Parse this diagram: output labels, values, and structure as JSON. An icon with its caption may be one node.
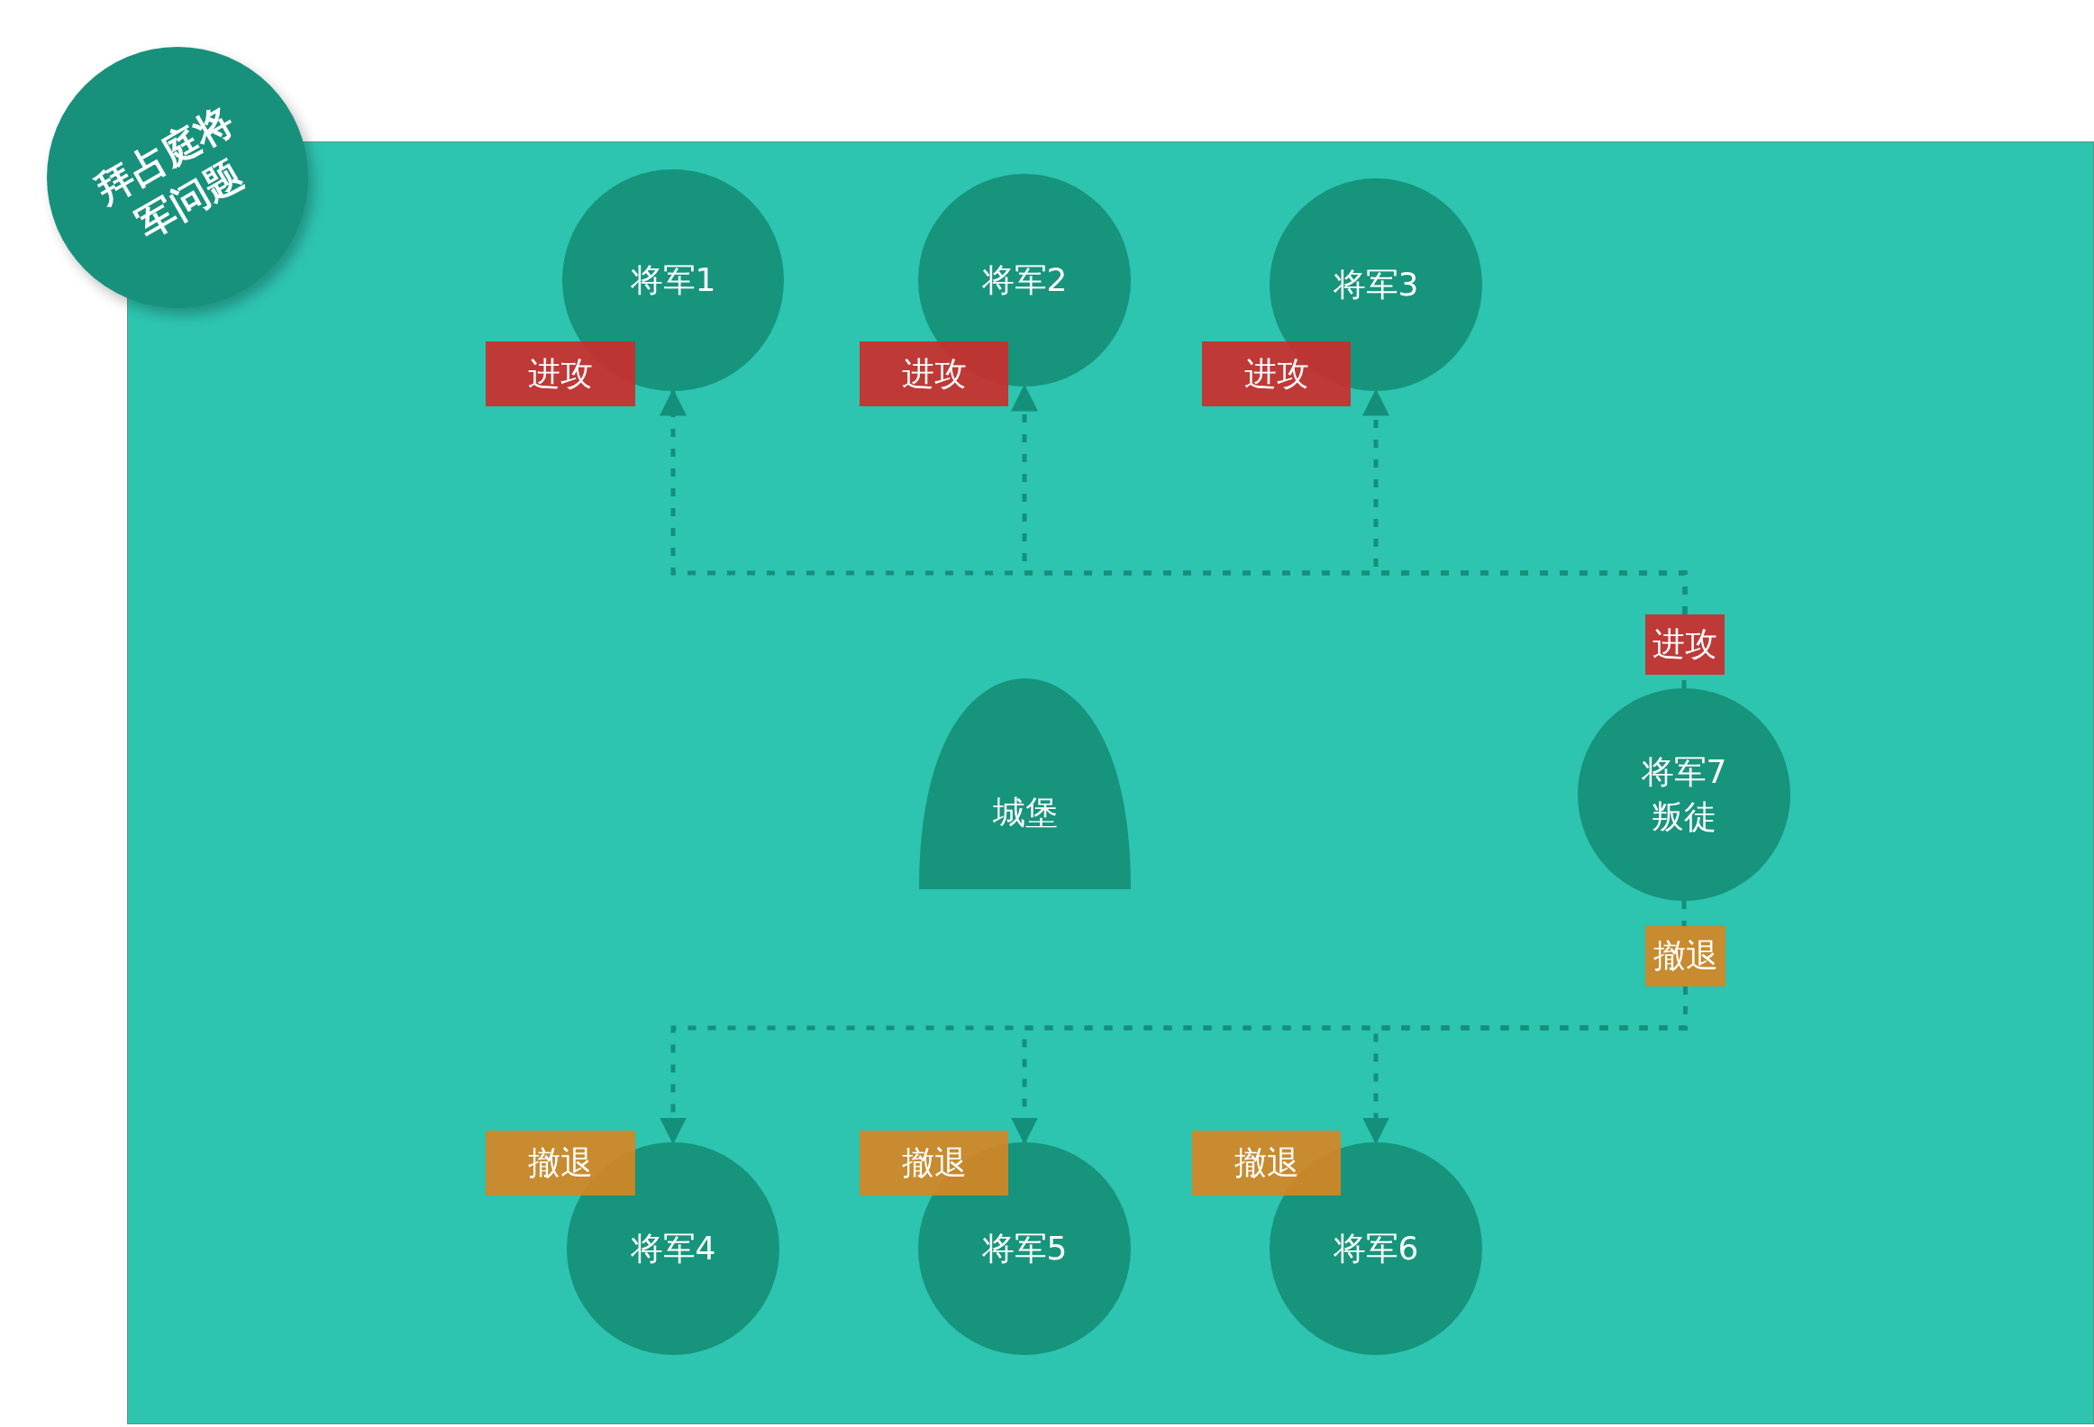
{
  "diagram": {
    "nodes": [
      {
        "text": [
          "拜占庭将军问题"
        ]
      },
      {
        "text": [
          "将军1"
        ]
      },
      {
        "text": [
          "进攻"
        ]
      },
      {
        "text": [
          "将军2"
        ]
      },
      {
        "text": [
          "进攻"
        ]
      },
      {
        "text": [
          "将军3"
        ]
      },
      {
        "text": [
          "进攻"
        ]
      },
      {
        "text": [
          "城堡"
        ]
      },
      {
        "text": [
          "进攻"
        ]
      },
      {
        "text": [
          "将军7",
          "叛徒"
        ]
      },
      {
        "text": [
          "撤退"
        ]
      },
      {
        "text": [
          "撤退"
        ]
      },
      {
        "text": [
          "将军4"
        ]
      },
      {
        "text": [
          "撤退"
        ]
      },
      {
        "text": [
          "将军5"
        ]
      },
      {
        "text": [
          "撤退"
        ]
      },
      {
        "text": [
          "将军6"
        ]
      }
    ],
    "edges": [
      {
        "from": 9,
        "to": 8,
        "arrow": "none",
        "style": "dashed"
      },
      {
        "from": 8,
        "to": 1,
        "arrow": "to",
        "style": "dashed"
      },
      {
        "from": 8,
        "to": 3,
        "arrow": "to",
        "style": "dashed"
      },
      {
        "from": 8,
        "to": 5,
        "arrow": "to",
        "style": "dashed"
      },
      {
        "from": 9,
        "to": 10,
        "arrow": "none",
        "style": "dashed"
      },
      {
        "from": 10,
        "to": 12,
        "arrow": "to",
        "style": "dashed"
      },
      {
        "from": 10,
        "to": 14,
        "arrow": "to",
        "style": "dashed"
      },
      {
        "from": 10,
        "to": 16,
        "arrow": "to",
        "style": "dashed"
      }
    ]
  }
}
